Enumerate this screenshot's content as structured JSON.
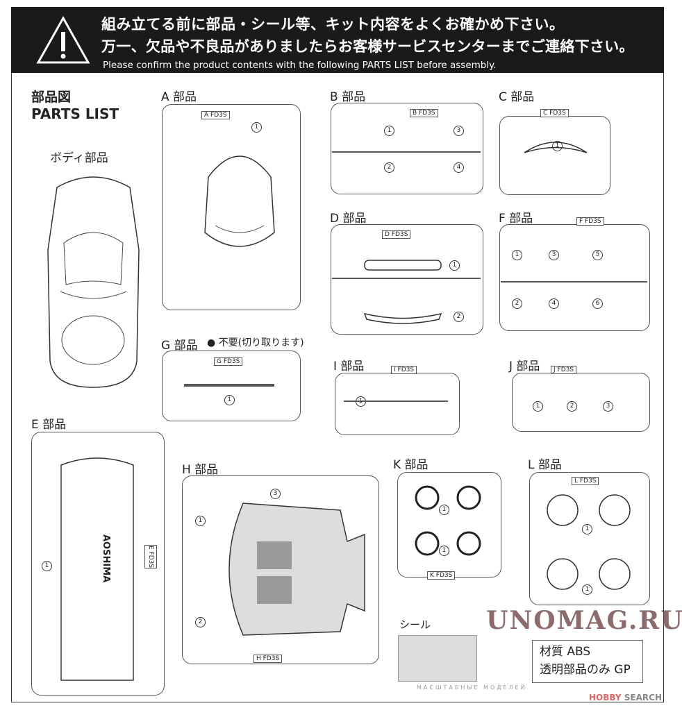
{
  "header": {
    "line1": "組み立てる前に部品・シール等、キット内容をよくお確かめ下さい。",
    "line2": "万一、欠品や不良品がありましたらお客様サービスセンターまでご連絡下さい。",
    "english": "Please confirm the product contents with the following PARTS LIST before assembly.",
    "icon": "warning-icon"
  },
  "title": {
    "jp": "部品図",
    "en": "PARTS LIST"
  },
  "body_label": "ボディ部品",
  "sprues": {
    "A": {
      "label": "A 部品",
      "tag": "A FD3S",
      "nums": [
        "1"
      ]
    },
    "B": {
      "label": "B 部品",
      "tag": "B FD3S",
      "nums": [
        "1",
        "2",
        "3",
        "4"
      ]
    },
    "C": {
      "label": "C 部品",
      "tag": "C FD3S",
      "nums": [
        "1"
      ]
    },
    "D": {
      "label": "D 部品",
      "tag": "D FD3S",
      "nums": [
        "1",
        "2"
      ]
    },
    "F": {
      "label": "F 部品",
      "tag": "F FD3S",
      "nums": [
        "1",
        "2",
        "3",
        "4",
        "5",
        "6"
      ]
    },
    "G": {
      "label": "G 部品",
      "note": "● 不要(切り取ります)",
      "tag": "G FD3S",
      "nums": [
        "1"
      ]
    },
    "I": {
      "label": "I 部品",
      "tag": "I FD3S",
      "nums": [
        "1"
      ]
    },
    "J": {
      "label": "J 部品",
      "tag": "J FD3S",
      "nums": [
        "1",
        "2",
        "3"
      ]
    },
    "E": {
      "label": "E 部品",
      "tag": "E FD3S",
      "nums": [
        "1"
      ],
      "brand": "AOSHIMA"
    },
    "H": {
      "label": "H 部品",
      "tag": "H FD3S",
      "nums": [
        "1",
        "2",
        "3"
      ]
    },
    "K": {
      "label": "K 部品",
      "tag": "K FD3S",
      "nums": [
        "1",
        "1"
      ]
    },
    "L": {
      "label": "L 部品",
      "tag": "L FD3S",
      "nums": [
        "1",
        "1"
      ]
    }
  },
  "decal_label": "シール",
  "material": {
    "line1": "材質 ABS",
    "line2": "透明部品のみ GP"
  },
  "watermark": {
    "main": "UNOMAG.RU",
    "sub": "МАСШТАБНЫЕ МОДЕЛЕЙ"
  },
  "credit": {
    "a": "HOBBY",
    "b": "SEARCH"
  }
}
